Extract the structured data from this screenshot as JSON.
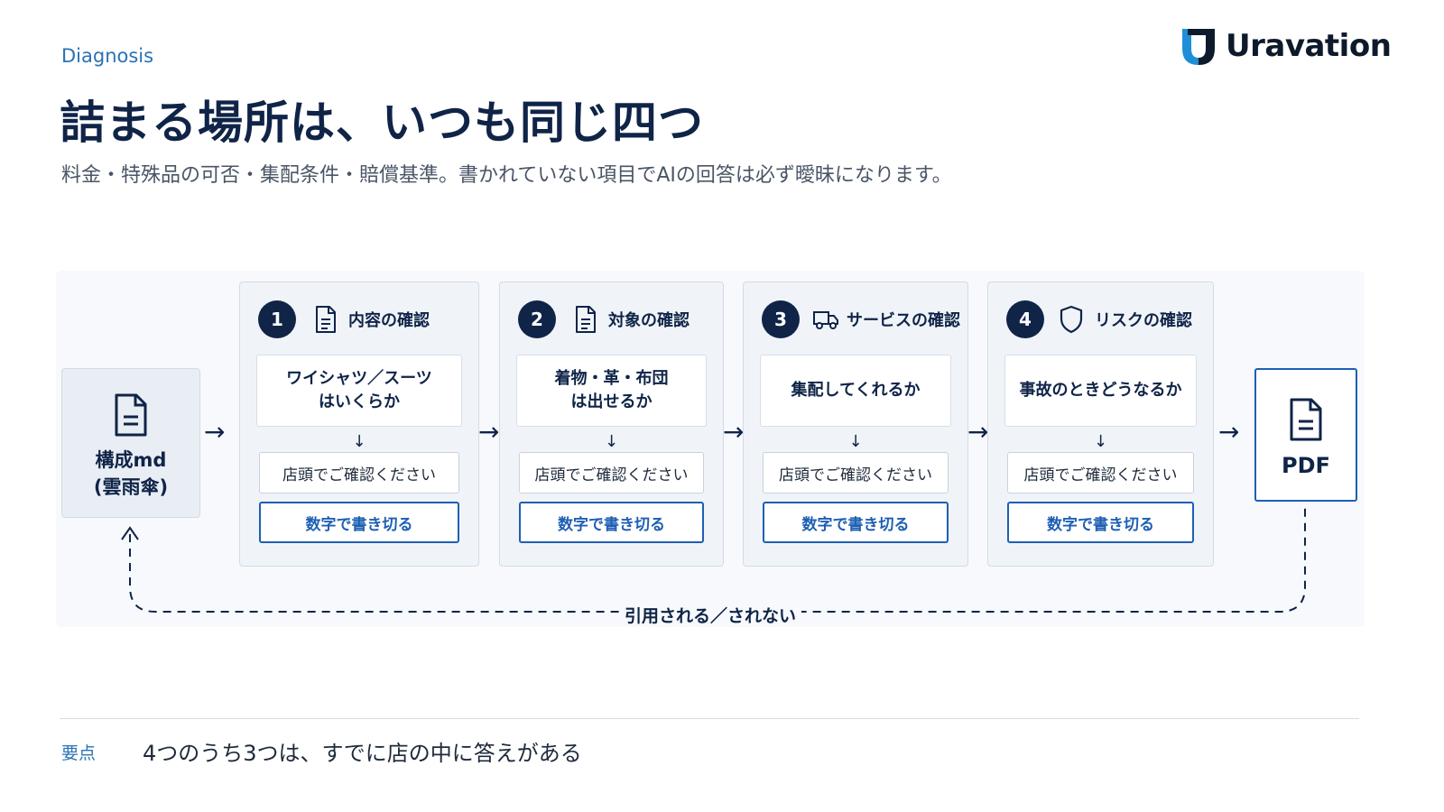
{
  "header": {
    "eyebrow": "Diagnosis",
    "brand": "Uravation",
    "title": "詰まる場所は、いつも同じ四つ",
    "subtitle": "料金・特殊品の可否・集配条件・賠償基準。書かれていない項目でAIの回答は必ず曖昧になります。"
  },
  "diagram": {
    "source": {
      "line1": "構成md",
      "line2": "(雲雨傘)",
      "icon": "document-icon"
    },
    "output": {
      "label": "PDF",
      "icon": "document-icon"
    },
    "steps": [
      {
        "number": "1",
        "icon": "document-icon",
        "title": "内容の確認",
        "question_line1": "ワイシャツ／スーツ",
        "question_line2": "はいくらか",
        "answer": "店頭でご確認ください",
        "fix": "数字で書き切る"
      },
      {
        "number": "2",
        "icon": "document-icon",
        "title": "対象の確認",
        "question_line1": "着物・革・布団",
        "question_line2": "は出せるか",
        "answer": "店頭でご確認ください",
        "fix": "数字で書き切る"
      },
      {
        "number": "3",
        "icon": "truck-icon",
        "title": "サービスの確認",
        "question_line1": "集配してくれるか",
        "question_line2": "",
        "answer": "店頭でご確認ください",
        "fix": "数字で書き切る"
      },
      {
        "number": "4",
        "icon": "shield-icon",
        "title": "リスクの確認",
        "question_line1": "事故のときどうなるか",
        "question_line2": "",
        "answer": "店頭でご確認ください",
        "fix": "数字で書き切る"
      }
    ],
    "loop_label": "引用される／されない"
  },
  "footer": {
    "key_label": "要点",
    "key_text": "4つのうち3つは、すでに店の中に答えがある"
  },
  "colors": {
    "navy": "#0f2447",
    "accent_blue": "#1e5fb3",
    "eyebrow_blue": "#2a72b5"
  }
}
